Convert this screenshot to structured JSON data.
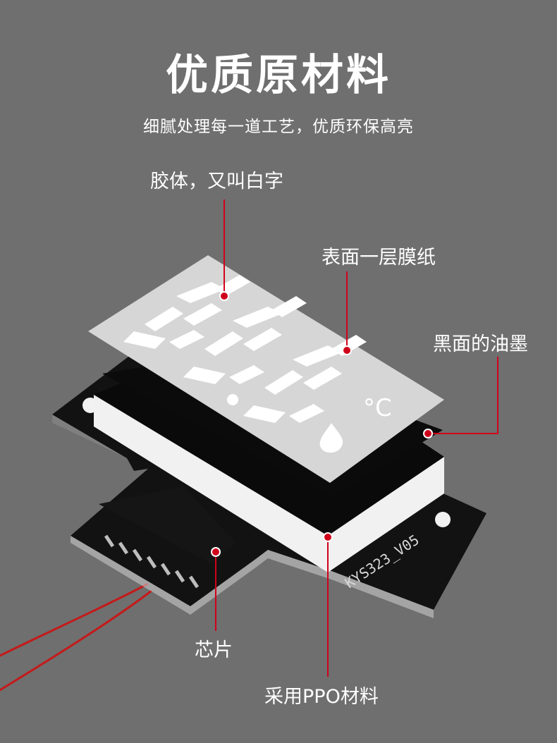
{
  "header": {
    "title": "优质原材料",
    "subtitle": "细腻处理每一道工艺，优质环保高亮"
  },
  "callouts": {
    "glue": "胶体，又叫白字",
    "film": "表面一层膜纸",
    "ink": "黑面的油墨",
    "chip": "芯片",
    "ppo": "采用PPO材料"
  },
  "display": {
    "unit_symbol": "°C",
    "board_marking": "KYS323_V05"
  },
  "colors": {
    "background": "#6f6f6f",
    "leader_line": "#d0021b",
    "film": "#d9d9d9",
    "pcb": "#121212"
  }
}
